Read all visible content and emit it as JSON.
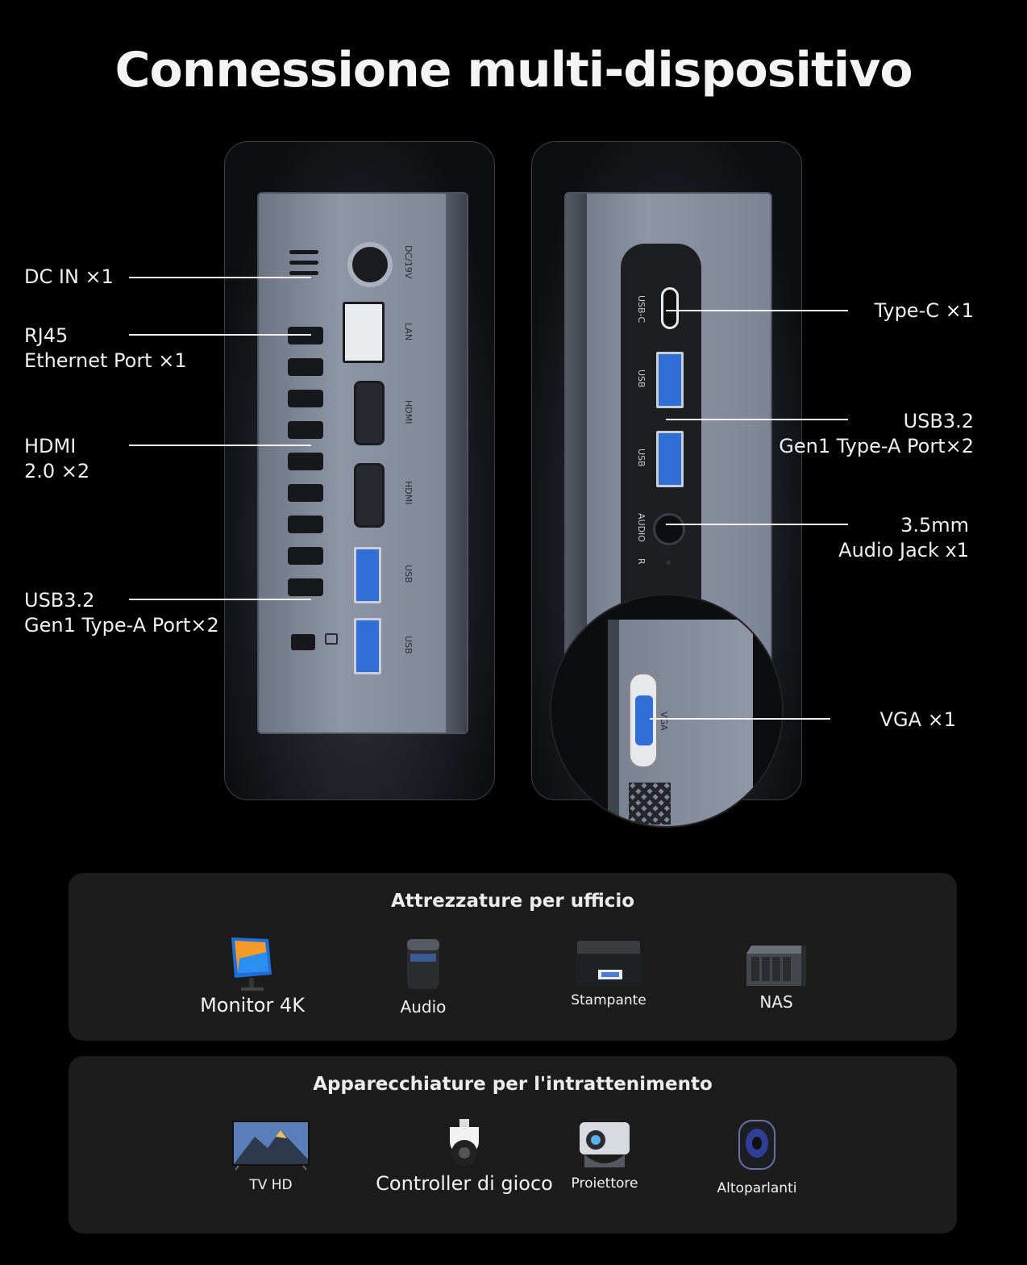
{
  "title": "Connessione multi-dispositivo",
  "left_callouts": {
    "dc_in": "DC IN ×1",
    "rj45": "RJ45\nEthernet Port ×1",
    "hdmi": "HDMI\n2.0 ×2",
    "usb": "USB3.2\nGen1 Type-A Port×2"
  },
  "right_callouts": {
    "typec": "Type-C  ×1",
    "usb": "USB3.2\nGen1 Type-A Port×2",
    "audio": "3.5mm\nAudio Jack x1",
    "vga": "VGA ×1"
  },
  "device_labels": {
    "dc": "DC/19V",
    "lan": "LAN",
    "hdmi": "HDMI",
    "usb": "USB",
    "usbc": "USB-C",
    "audio": "AUDIO",
    "r": "R",
    "vga": "VGA"
  },
  "office": {
    "title": "Attrezzature per ufficio",
    "items": [
      {
        "label": "Monitor 4K",
        "icon": "monitor-icon"
      },
      {
        "label": "Audio",
        "icon": "speaker-icon"
      },
      {
        "label": "Stampante",
        "icon": "printer-icon"
      },
      {
        "label": "NAS",
        "icon": "nas-icon"
      }
    ]
  },
  "entertainment": {
    "title": "Apparecchiature per l'intrattenimento",
    "items": [
      {
        "label": "TV HD",
        "icon": "tv-icon"
      },
      {
        "label": "Controller di gioco",
        "icon": "camera-icon"
      },
      {
        "label": "Proiettore",
        "icon": "projector-icon"
      },
      {
        "label": "Altoparlanti",
        "icon": "smart-speaker-icon"
      }
    ]
  }
}
